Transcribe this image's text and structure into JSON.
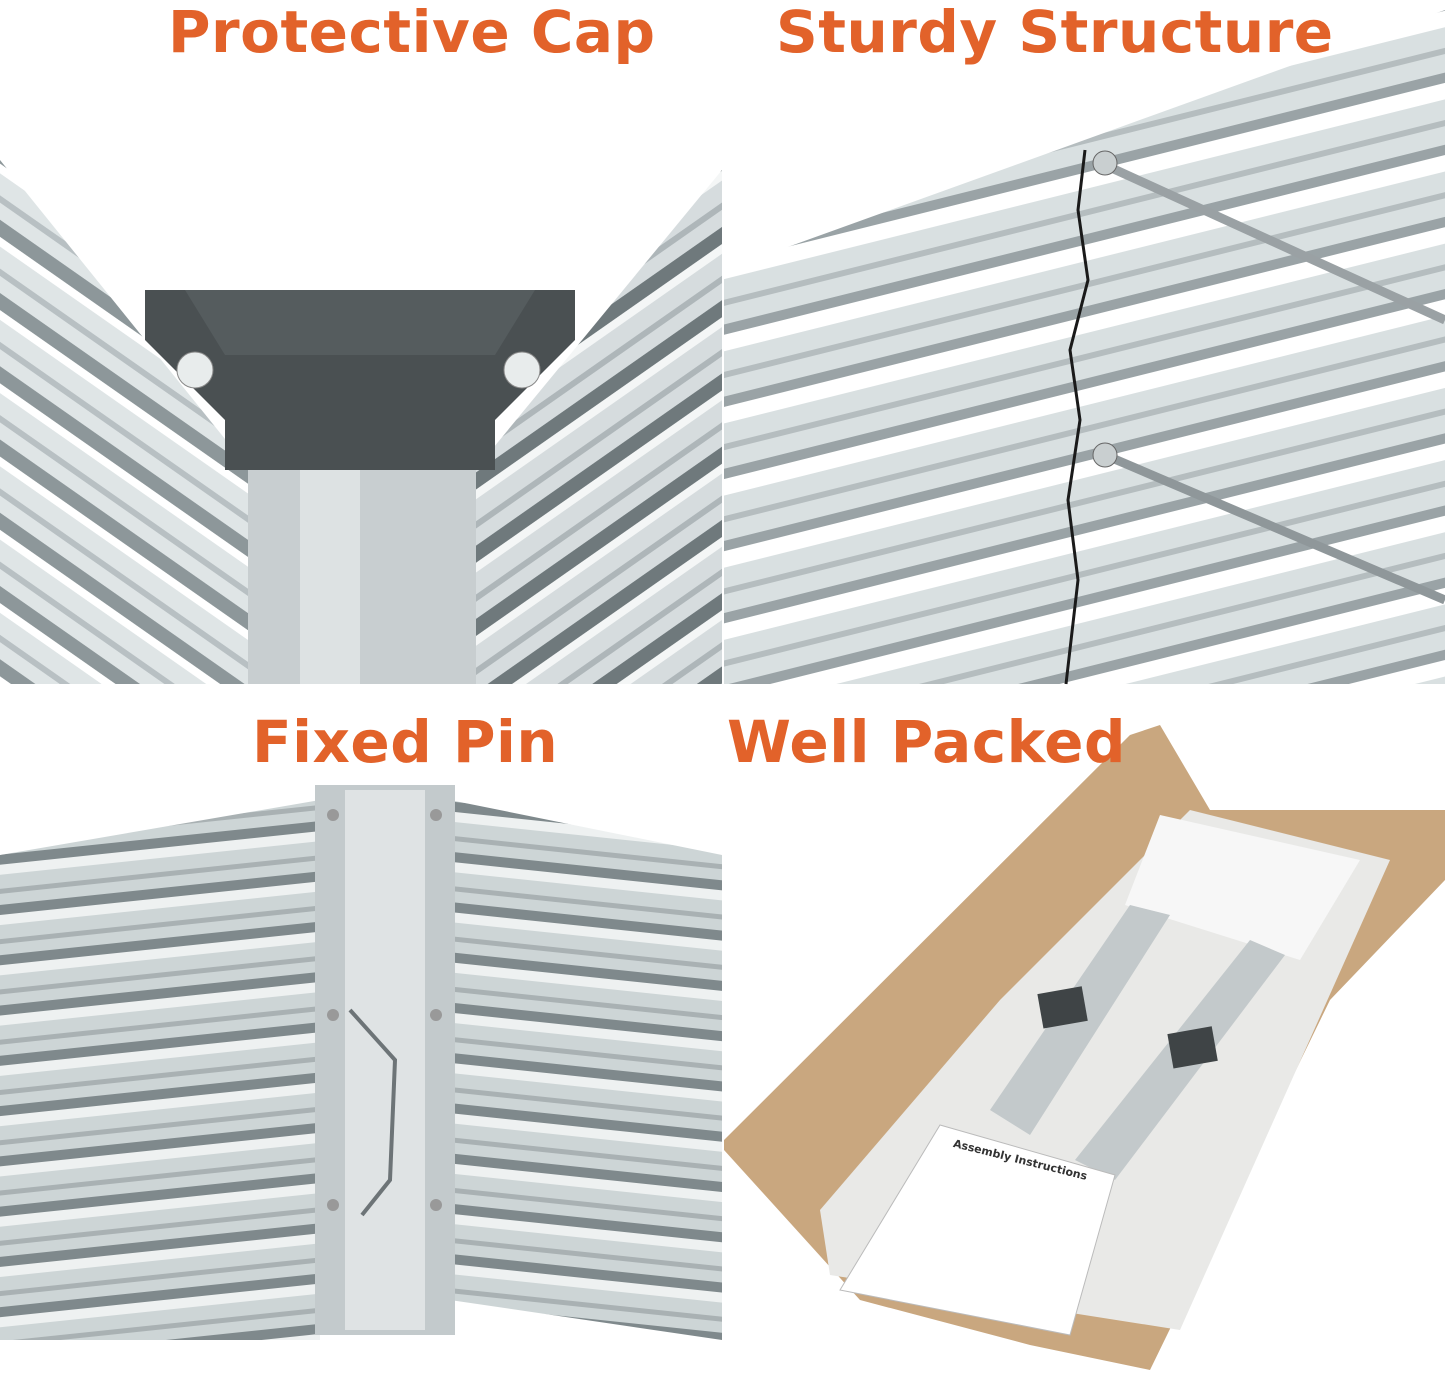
{
  "panels": [
    {
      "label": "Protective Cap"
    },
    {
      "label": "Sturdy Structure"
    },
    {
      "label": "Fixed Pin"
    },
    {
      "label": "Well Packed",
      "document_text": "Assembly Instructions"
    }
  ],
  "colors": {
    "label": "#e2622a",
    "metal_light": "#dfe5e6",
    "metal_dark": "#8d979a",
    "cap": "#4a5052",
    "cardboard": "#c9a77f"
  }
}
